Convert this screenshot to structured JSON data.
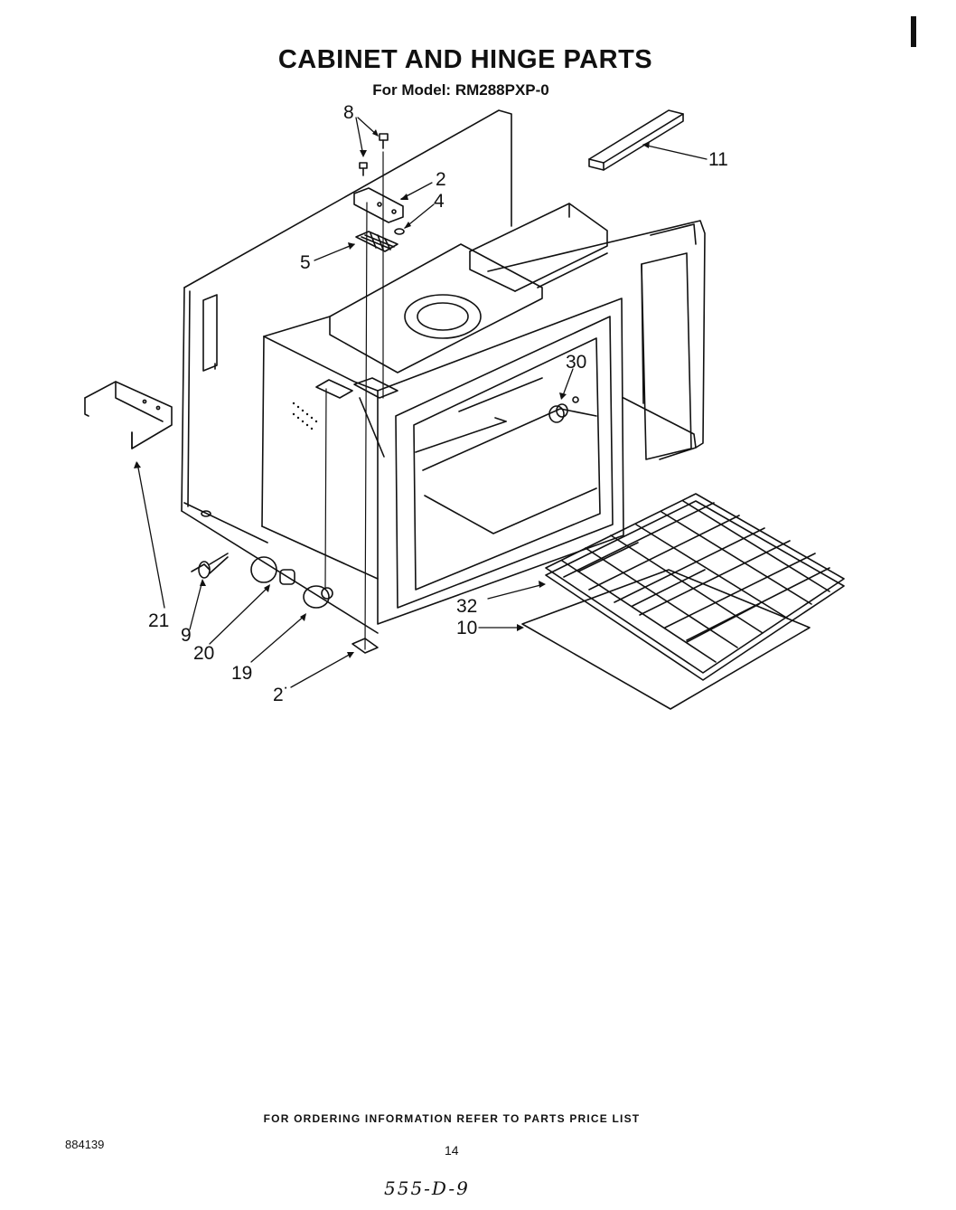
{
  "header": {
    "title": "CABINET AND HINGE PARTS",
    "subtitle": "For Model: RM288PXP-0"
  },
  "callouts": {
    "c8": "8",
    "c2": "2",
    "c4": "4",
    "c11": "11",
    "c5": "5",
    "c30": "30",
    "c21": "21",
    "c9": "9",
    "c20": "20",
    "c19": "19",
    "c21b": "2˙",
    "c32": "32",
    "c10": "10"
  },
  "footer": {
    "note": "FOR ORDERING INFORMATION REFER TO PARTS PRICE LIST",
    "doc_number": "884139",
    "page_number": "14",
    "handwritten": "555-D-9"
  }
}
